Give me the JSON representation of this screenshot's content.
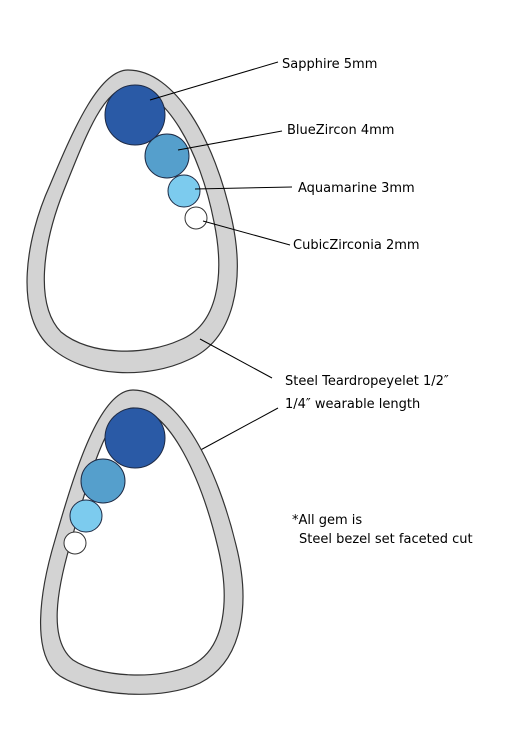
{
  "labels": {
    "sapphire": "Sapphire 5mm",
    "blue_zircon": "BlueZircon 4mm",
    "aquamarine": "Aquamarine 3mm",
    "cubic_zirconia": "CubicZirconia 2mm",
    "eyelet_line1": "Steel Teardropeyelet 1/2″",
    "eyelet_line2": "1/4″ wearable length",
    "note_line1": "*All gem is",
    "note_line2": "Steel bezel set faceted cut"
  },
  "colors": {
    "sapphire": "#2a5aa6",
    "blue_zircon": "#559fcc",
    "aquamarine": "#7ccbee",
    "cubic_zirconia": "#ffffff",
    "steel": "#d3d3d3",
    "outline": "#333333"
  }
}
